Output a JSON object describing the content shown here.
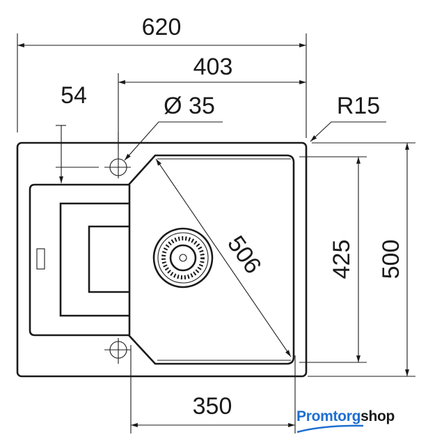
{
  "diagram": {
    "dimensions": {
      "overall_width": "620",
      "bowl_to_edge_width": "403",
      "drainer_offset": "54",
      "tap_hole_diameter": "Ø 35",
      "corner_radius": "R15",
      "bowl_diagonal": "506",
      "bowl_depth": "425",
      "overall_depth": "500",
      "bowl_width": "350"
    }
  },
  "logo": {
    "part1": "Promtorg",
    "part2": "shop",
    "accent": "#1e6fd0"
  }
}
